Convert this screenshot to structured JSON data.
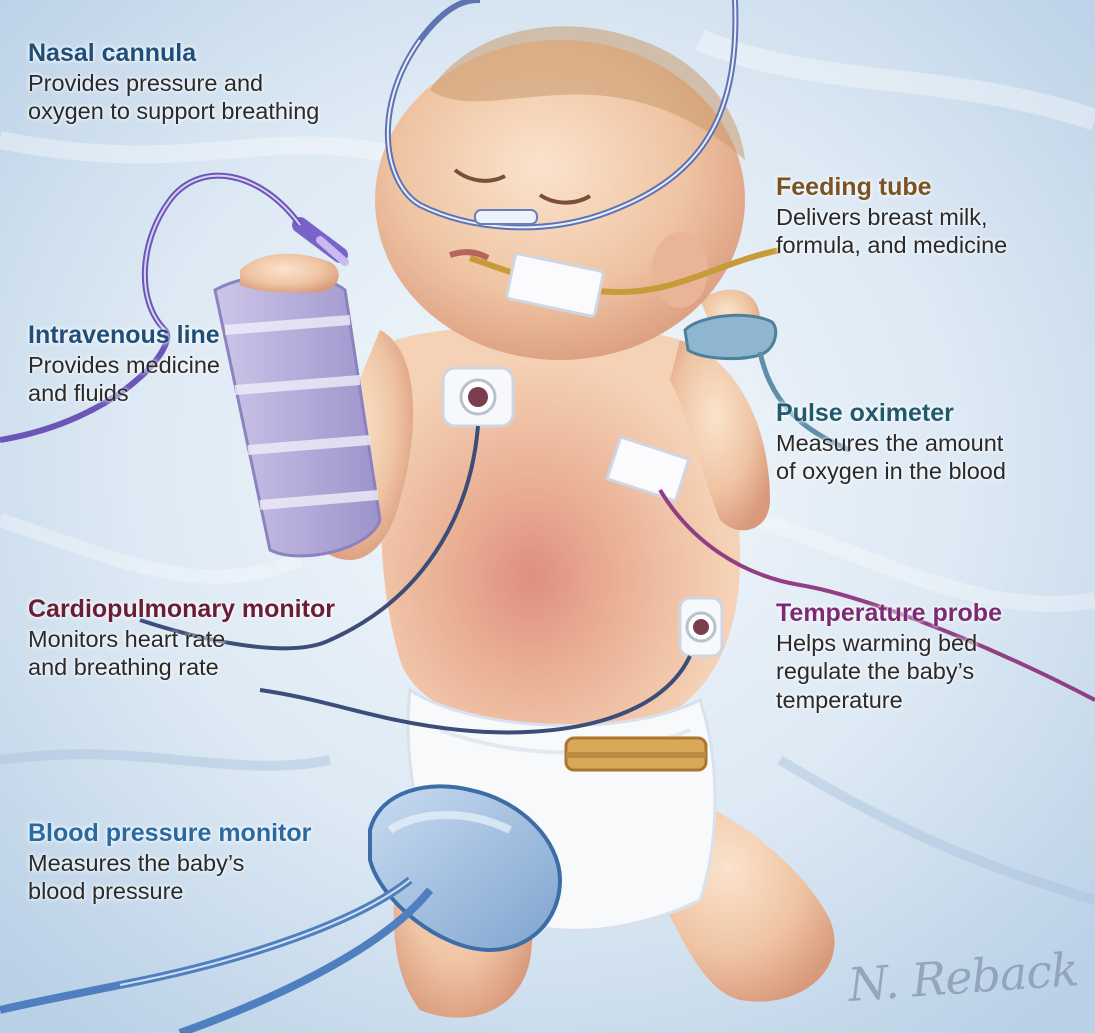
{
  "colors": {
    "navy": "#1f4e79",
    "brown": "#7a5224",
    "teal": "#1f5b6d",
    "maroon": "#6b1d35",
    "purple": "#7d2a74",
    "blue": "#2a6aa3",
    "background": "#dbe8f3",
    "skin": "#f1c9a8"
  },
  "labels": {
    "nasal_cannula": {
      "title": "Nasal cannula",
      "desc_lines": [
        "Provides pressure and",
        "oxygen to support breathing"
      ]
    },
    "feeding_tube": {
      "title": "Feeding tube",
      "desc_lines": [
        "Delivers breast milk,",
        "formula, and medicine"
      ]
    },
    "intravenous_line": {
      "title": "Intravenous line",
      "desc_lines": [
        "Provides medicine",
        "and fluids"
      ]
    },
    "pulse_oximeter": {
      "title": "Pulse oximeter",
      "desc_lines": [
        "Measures the amount",
        "of oxygen in the blood"
      ]
    },
    "cardiopulmonary_monitor": {
      "title": "Cardiopulmonary monitor",
      "desc_lines": [
        "Monitors heart rate",
        "and breathing rate"
      ]
    },
    "temperature_probe": {
      "title": "Temperature probe",
      "desc_lines": [
        "Helps warming bed",
        "regulate the baby’s",
        "temperature"
      ]
    },
    "blood_pressure_monitor": {
      "title": "Blood pressure monitor",
      "desc_lines": [
        "Measures the baby’s",
        "blood pressure"
      ]
    }
  },
  "signature": "N. Reback"
}
